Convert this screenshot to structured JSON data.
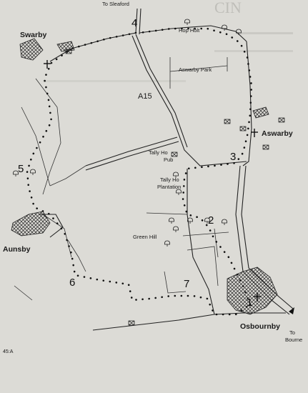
{
  "map": {
    "background_color": "#dcdbd6",
    "ink_color": "#1a1a1a",
    "labels": {
      "to_sleaford": "To Sleaford",
      "hop_holt": "Hop Holt",
      "swarby": "Swarby",
      "aswarby_park": "Aswarby Park",
      "a15": "A15",
      "aswarby": "Aswarby",
      "tally_ho_pub_line1": "Tally Ho",
      "tally_ho_pub_line2": "Pub",
      "tally_ho_plantation_line1": "Tally Ho",
      "tally_ho_plantation_line2": "Plantation",
      "green_hill": "Green Hill",
      "aunsby": "Aunsby",
      "osbournby": "Osbournby",
      "to_bourne_line1": "To",
      "to_bourne_line2": "Bourne",
      "page_ref": "45:A"
    },
    "waypoints": [
      "1",
      "2",
      "3",
      "4",
      "5",
      "6",
      "7"
    ],
    "icons": [
      "tree-icon",
      "church-icon",
      "building-icon",
      "village-hatch-icon"
    ]
  }
}
